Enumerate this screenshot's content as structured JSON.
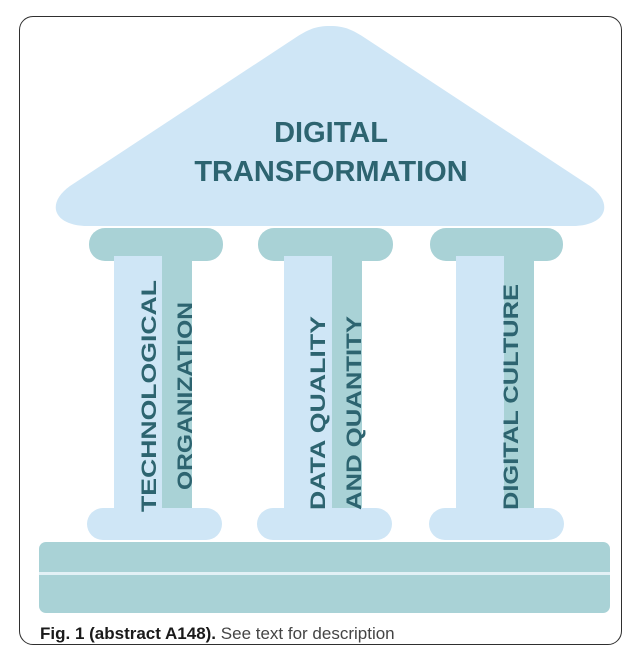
{
  "roof": {
    "line1": "DIGITAL",
    "line2": "TRANSFORMATION"
  },
  "pillars": [
    {
      "line1": "TECHNOLOGICAL",
      "line2": "ORGANIZATION"
    },
    {
      "line1": "DATA QUALITY",
      "line2": "AND QUANTITY"
    },
    {
      "line1": "DIGITAL CULTURE"
    }
  ],
  "caption": {
    "lead": "Fig. 1 (abstract A148).",
    "text": " See text for description"
  },
  "colors": {
    "light": "#cfe6f6",
    "teal": "#a9d2d6",
    "text": "#2d6470",
    "border": "#2f2f2f"
  }
}
